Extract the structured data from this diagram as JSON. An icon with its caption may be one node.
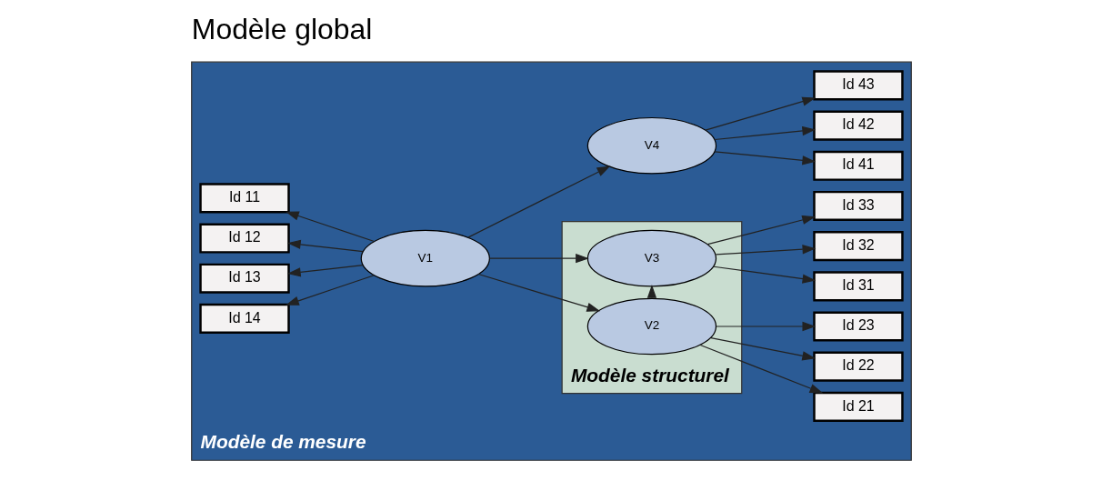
{
  "diagram": {
    "title": "Modèle global",
    "nodes": [
      {
        "text": [
          "Modèle de mesure"
        ]
      },
      {
        "text": [
          "Modèle structurel"
        ],
        "in": 0
      },
      {
        "text": [
          "Id 11"
        ],
        "in": 0
      },
      {
        "text": [
          "Id 12"
        ],
        "in": 0
      },
      {
        "text": [
          "Id 13"
        ],
        "in": 0
      },
      {
        "text": [
          "Id 14"
        ],
        "in": 0
      },
      {
        "text": [
          "V1"
        ],
        "in": 0
      },
      {
        "text": [
          "V2"
        ],
        "in": 1
      },
      {
        "text": [
          "V3"
        ],
        "in": 1
      },
      {
        "text": [
          "V4"
        ],
        "in": 0
      },
      {
        "text": [
          "Id 21"
        ],
        "in": 0
      },
      {
        "text": [
          "Id 22"
        ],
        "in": 0
      },
      {
        "text": [
          "Id 23"
        ],
        "in": 0
      },
      {
        "text": [
          "Id 31"
        ],
        "in": 0
      },
      {
        "text": [
          "Id 32"
        ],
        "in": 0
      },
      {
        "text": [
          "Id 33"
        ],
        "in": 0
      },
      {
        "text": [
          "Id 41"
        ],
        "in": 0
      },
      {
        "text": [
          "Id 42"
        ],
        "in": 0
      },
      {
        "text": [
          "Id 43"
        ],
        "in": 0
      }
    ],
    "edges": [
      {
        "from": 6,
        "to": 2,
        "arrow": "to"
      },
      {
        "from": 6,
        "to": 3,
        "arrow": "to"
      },
      {
        "from": 6,
        "to": 4,
        "arrow": "to"
      },
      {
        "from": 6,
        "to": 5,
        "arrow": "to"
      },
      {
        "from": 6,
        "to": 7,
        "arrow": "to"
      },
      {
        "from": 6,
        "to": 8,
        "arrow": "to"
      },
      {
        "from": 6,
        "to": 9,
        "arrow": "to"
      },
      {
        "from": 7,
        "to": 8,
        "arrow": "to"
      },
      {
        "from": 7,
        "to": 10,
        "arrow": "to"
      },
      {
        "from": 7,
        "to": 11,
        "arrow": "to"
      },
      {
        "from": 7,
        "to": 12,
        "arrow": "to"
      },
      {
        "from": 8,
        "to": 13,
        "arrow": "to"
      },
      {
        "from": 8,
        "to": 14,
        "arrow": "to"
      },
      {
        "from": 8,
        "to": 15,
        "arrow": "to"
      },
      {
        "from": 9,
        "to": 16,
        "arrow": "to"
      },
      {
        "from": 9,
        "to": 17,
        "arrow": "to"
      },
      {
        "from": 9,
        "to": 18,
        "arrow": "to"
      }
    ]
  }
}
